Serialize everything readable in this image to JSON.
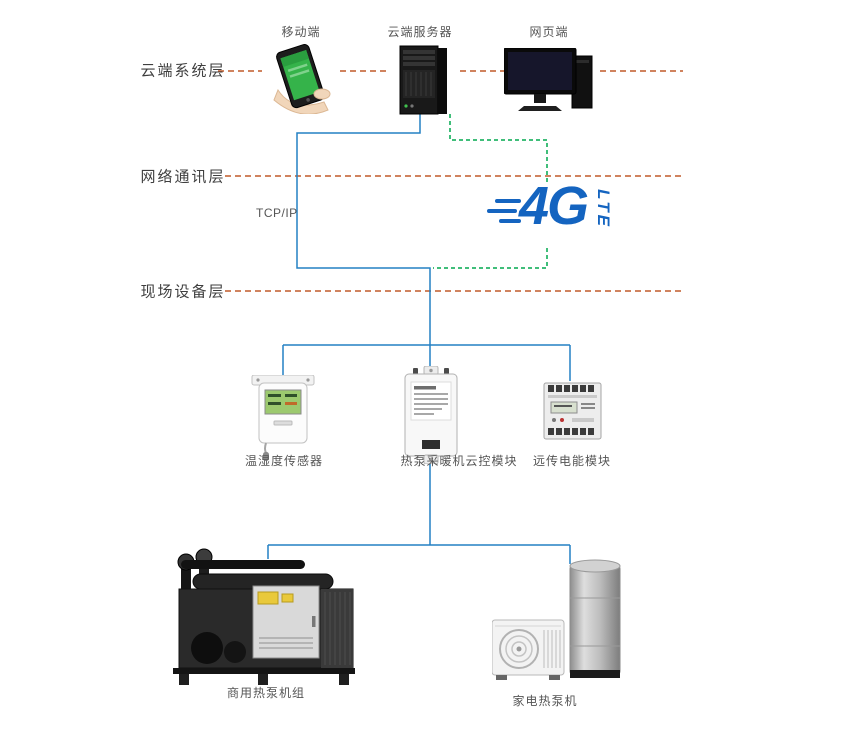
{
  "diagram": {
    "layers": [
      {
        "label": "云端系统层"
      },
      {
        "label": "网络通讯层"
      },
      {
        "label": "现场设备层"
      }
    ],
    "cloud_nodes": {
      "mobile": "移动端",
      "server": "云端服务器",
      "web": "网页端"
    },
    "network": {
      "protocol": "TCP/IP",
      "logo_main": "4G",
      "logo_sub": "LTE"
    },
    "field_nodes": {
      "sensor": "温湿度传感器",
      "controller": "热泵采暖机云控模块",
      "meter": "远传电能模块"
    },
    "terminal_nodes": {
      "commercial": "商用热泵机组",
      "home": "家电热泵机"
    },
    "colors": {
      "layer_divider": "#c05a28",
      "link_blue": "#2380c4",
      "link_green": "#00a84f",
      "logo_blue": "#1464c0",
      "phone_screen_green": "#35b34a"
    }
  }
}
